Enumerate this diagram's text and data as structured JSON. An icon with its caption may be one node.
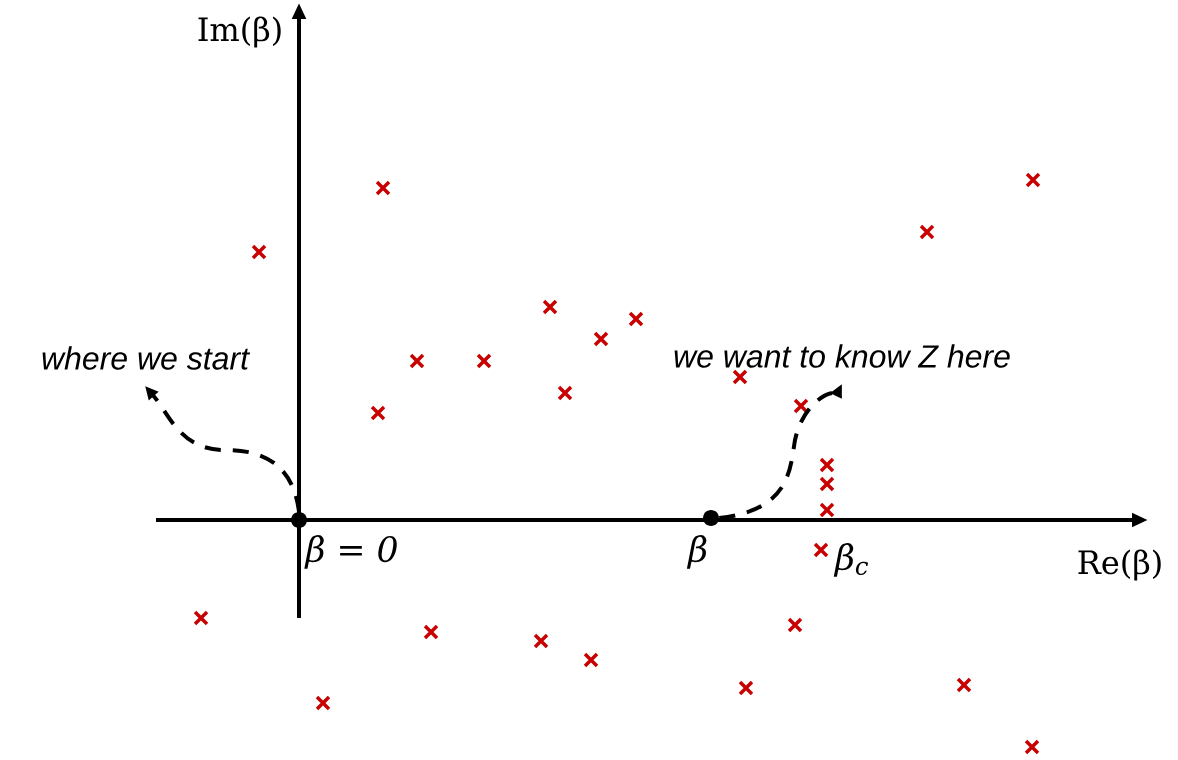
{
  "diagram": {
    "nodes": [
      {
        "text": [
          "where we start"
        ]
      },
      {
        "text": [
          "we want to know Z here"
        ]
      },
      {
        "text": [],
        "shape": "circle",
        "beside": [
          "β = 0"
        ]
      },
      {
        "text": [],
        "shape": "circle",
        "beside": [
          "β"
        ]
      }
    ],
    "edges": [
      {
        "from": 2,
        "to": 0,
        "arrow": "to",
        "style": "dashed"
      },
      {
        "from": 3,
        "to": 1,
        "arrow": "to",
        "style": "dashed"
      }
    ],
    "labels": [
      "Im(β)",
      "Re(β)",
      "β$_{c}$"
    ]
  }
}
